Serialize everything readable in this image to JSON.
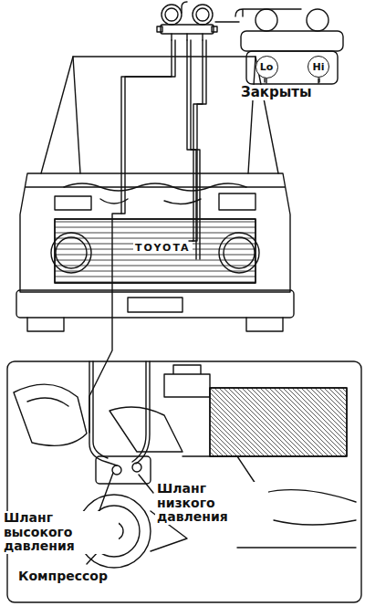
{
  "diagram": {
    "nodes": [
      {
        "text": [
          "Lo"
        ]
      },
      {
        "text": [
          "Hi"
        ]
      }
    ],
    "labels": [
      "Закрыты",
      "TOYOTA",
      "Шланг низкого давления",
      "Шланг высокого давления",
      "Компрессор"
    ]
  }
}
